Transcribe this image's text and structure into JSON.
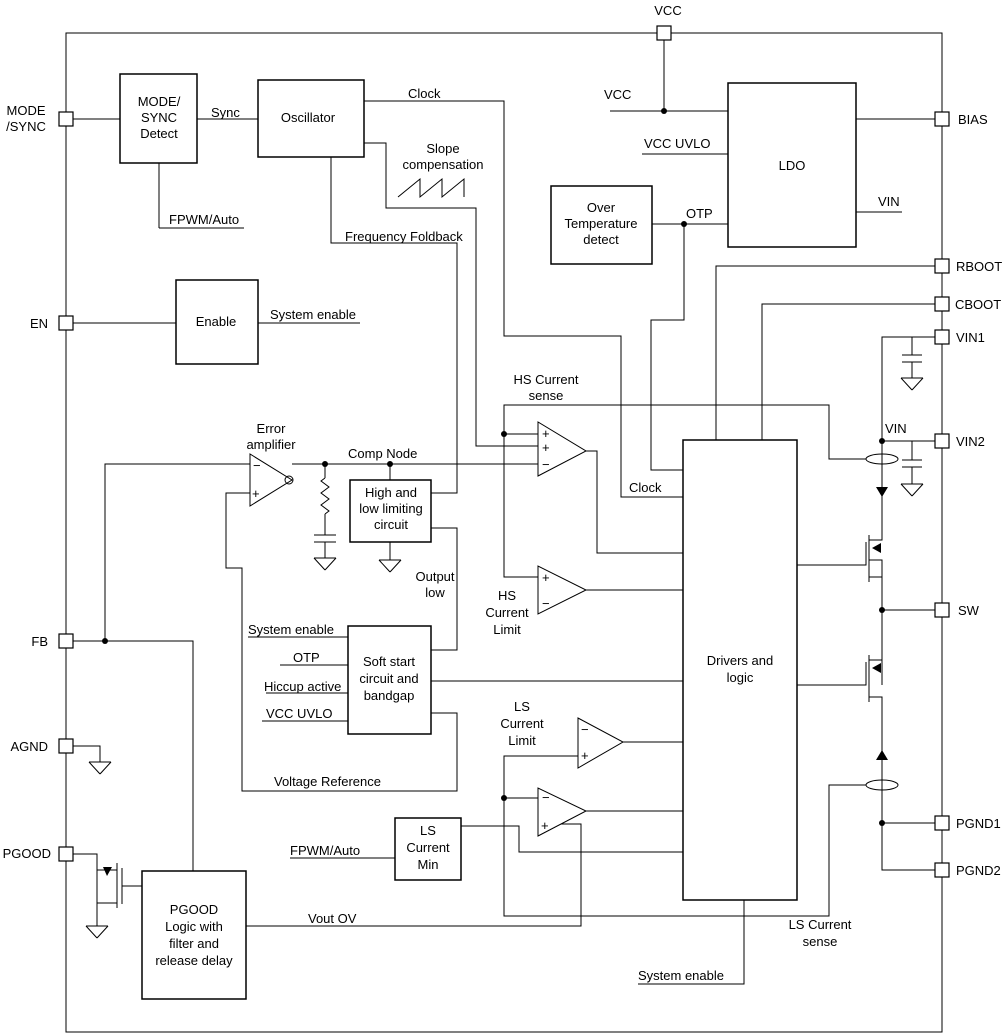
{
  "pins": {
    "vcc": "VCC",
    "mode_sync": [
      "MODE",
      "/SYNC"
    ],
    "en": "EN",
    "fb": "FB",
    "agnd": "AGND",
    "pgood": "PGOOD",
    "bias": "BIAS",
    "rboot": "RBOOT",
    "cboot": "CBOOT",
    "vin1": "VIN1",
    "vin2": "VIN2",
    "sw": "SW",
    "pgnd1": "PGND1",
    "pgnd2": "PGND2"
  },
  "blocks": {
    "mode_sync_detect": [
      "MODE/",
      "SYNC",
      "Detect"
    ],
    "oscillator": "Oscillator",
    "enable": "Enable",
    "ldo": "LDO",
    "over_temp": [
      "Over",
      "Temperature",
      "detect"
    ],
    "limiting": [
      "High and",
      "low limiting",
      "circuit"
    ],
    "soft_start": [
      "Soft start",
      "circuit and",
      "bandgap"
    ],
    "ls_current_min": [
      "LS",
      "Current",
      "Min"
    ],
    "drivers": [
      "Drivers and",
      "logic"
    ],
    "pgood_logic": [
      "PGOOD",
      "Logic with",
      "filter and",
      "release delay"
    ]
  },
  "labels": {
    "sync": "Sync",
    "clock_top": "Clock",
    "vcc_internal": "VCC",
    "vcc_uvlo_ldo": "VCC UVLO",
    "vin_ldo": "VIN",
    "otp_ldo": "OTP",
    "fpwm_auto_top": "FPWM/Auto",
    "slope_comp": [
      "Slope",
      "compensation"
    ],
    "freq_foldback": "Frequency Foldback",
    "system_enable_en": "System enable",
    "hs_current_sense": [
      "HS Current",
      "sense"
    ],
    "error_amp": [
      "Error",
      "amplifier"
    ],
    "comp_node": "Comp Node",
    "clock_drv": "Clock",
    "vin_node": "VIN",
    "output_low": [
      "Output",
      "low"
    ],
    "hs_current_limit": [
      "HS",
      "Current",
      "Limit"
    ],
    "ss_system_enable": "System enable",
    "ss_otp": "OTP",
    "ss_hiccup": "Hiccup active",
    "ss_vcc_uvlo": "VCC UVLO",
    "ls_current_limit": [
      "LS",
      "Current",
      "Limit"
    ],
    "voltage_reference": "Voltage Reference",
    "fpwm_auto_ls": "FPWM/Auto",
    "vout_ov": "Vout OV",
    "ls_current_sense": [
      "LS Current",
      "sense"
    ],
    "system_enable_bottom": "System enable"
  },
  "amp_signs": {
    "plus": "+",
    "minus": "−"
  }
}
